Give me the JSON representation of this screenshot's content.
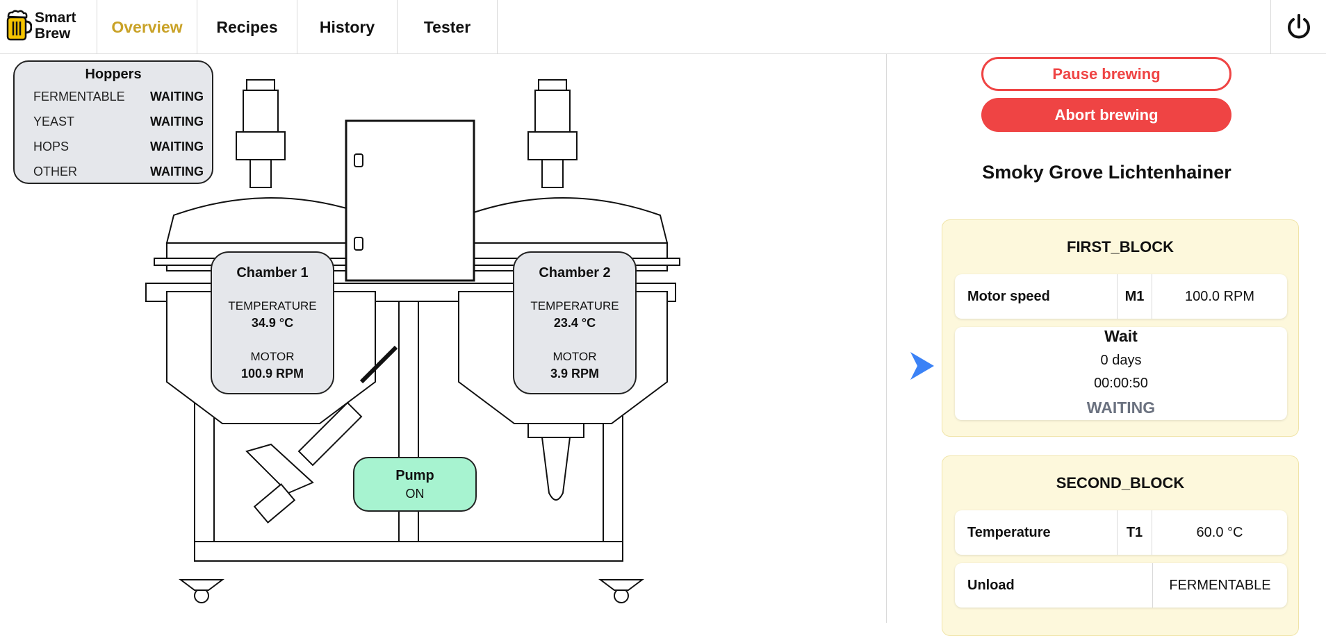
{
  "brand": {
    "name": "Smart\nBrew",
    "logo_icon": "beer-mug-icon",
    "logo_color": "#f5c400"
  },
  "nav": {
    "tabs": [
      {
        "label": "Overview",
        "active": true
      },
      {
        "label": "Recipes",
        "active": false
      },
      {
        "label": "History",
        "active": false
      },
      {
        "label": "Tester",
        "active": false
      }
    ],
    "power_icon": "power-icon"
  },
  "controls": {
    "pause_label": "Pause brewing",
    "abort_label": "Abort brewing"
  },
  "recipe": {
    "name": "Smoky Grove Lichtenhainer"
  },
  "blocks": [
    {
      "title": "FIRST_BLOCK",
      "current": true,
      "steps": [
        {
          "type": "row",
          "label": "Motor speed",
          "code": "M1",
          "value": "100.0 RPM"
        },
        {
          "type": "wait",
          "title": "Wait",
          "days": "0 days",
          "time": "00:00:50",
          "status": "WAITING"
        }
      ]
    },
    {
      "title": "SECOND_BLOCK",
      "current": false,
      "steps": [
        {
          "type": "row",
          "label": "Temperature",
          "code": "T1",
          "value": "60.0 °C"
        },
        {
          "type": "row",
          "label": "Unload",
          "code": "",
          "value": "FERMENTABLE"
        }
      ]
    }
  ],
  "hoppers": {
    "title": "Hoppers",
    "items": [
      {
        "name": "FERMENTABLE",
        "status": "WAITING"
      },
      {
        "name": "YEAST",
        "status": "WAITING"
      },
      {
        "name": "HOPS",
        "status": "WAITING"
      },
      {
        "name": "OTHER",
        "status": "WAITING"
      }
    ]
  },
  "chambers": [
    {
      "title": "Chamber 1",
      "temp_label": "TEMPERATURE",
      "temp": "34.9 °C",
      "motor_label": "MOTOR",
      "motor": "100.9 RPM"
    },
    {
      "title": "Chamber 2",
      "temp_label": "TEMPERATURE",
      "temp": "23.4 °C",
      "motor_label": "MOTOR",
      "motor": "3.9 RPM"
    }
  ],
  "pump": {
    "title": "Pump",
    "state": "ON",
    "color": "#a7f3d0"
  },
  "colors": {
    "accent": "#c9a227",
    "danger": "#ef4444",
    "current_arrow": "#3b82f6",
    "block_bg": "#fdf8dc"
  }
}
